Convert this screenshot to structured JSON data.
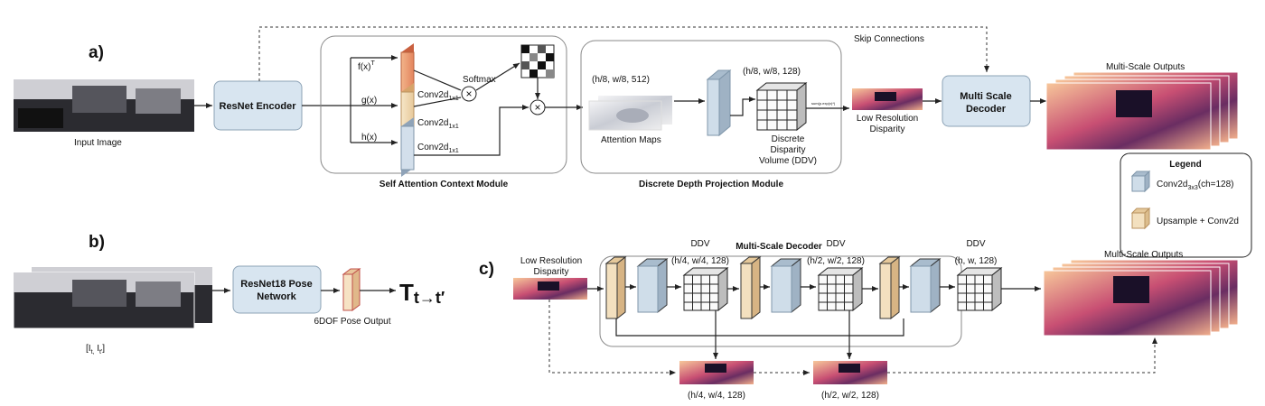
{
  "panels": {
    "a": "a)",
    "b": "b)",
    "c": "c)"
  },
  "a": {
    "input_image": "Input Image",
    "resnet_encoder": "ResNet Encoder",
    "skip_connections": "Skip Connections",
    "f_x": "f(x)",
    "f_x_sup": "T",
    "g_x": "g(x)",
    "h_x": "h(x)",
    "conv_base": "Conv2d",
    "conv_sub": "1x1",
    "softmax": "Softmax",
    "sa_module": "Self Attention Context Module",
    "attn_shape": "(h/8, w/8, 512)",
    "attention_maps": "Attention Maps",
    "ddv_shape": "(h/8, w/8, 128)",
    "ddv_line1": "Discrete",
    "ddv_line2": "Disparity",
    "ddv_line3": "Volume (DDV)",
    "tiny_op": "sum(p.exp(x)*)",
    "ddp_module": "Discrete Depth Projection Module",
    "lowres_line1": "Low Resolution",
    "lowres_line2": "Disparity",
    "msd_line1": "Multi Scale",
    "msd_line2": "Decoder",
    "ms_outputs": "Multi-Scale Outputs"
  },
  "legend": {
    "title": "Legend",
    "item1_base": "Conv2d",
    "item1_sub": "3x3",
    "item1_suffix": "(ch=128)",
    "item2": "Upsample + Conv2d"
  },
  "b": {
    "pair_label": "[I",
    "pair_sub1": "t,",
    "pair_mid": " I",
    "pair_sub2": "t'",
    "pair_end": "]",
    "pose_line1": "ResNet18 Pose",
    "pose_line2": "Network",
    "pose_output": "6DOF Pose Output",
    "transform_main": "T",
    "transform_sub": "t→t′"
  },
  "c": {
    "title": "Multi-Scale Decoder",
    "lowres_line1": "Low Resolution",
    "lowres_line2": "Disparity",
    "ddv1": "DDV",
    "ddv1_shape": "(h/4, w/4, 128)",
    "ddv2": "DDV",
    "ddv2_shape": "(h/2, w/2, 128)",
    "ddv3": "DDV",
    "ddv3_shape": "(h, w, 128)",
    "bottom1": "(h/4, w/4, 128)",
    "bottom2": "(h/2, w/2, 128)",
    "ms_outputs": "Multi-Scale Outputs"
  },
  "colors": {
    "block_blue": "#cfdde9",
    "block_peach": "#f1ddb8",
    "block_orange_edge": "#c77a55",
    "module_fill": "#d8e5f0",
    "disparity_dark": "#1a1028",
    "disparity_mid": "#b3466e",
    "disparity_light": "#f5b98a"
  }
}
